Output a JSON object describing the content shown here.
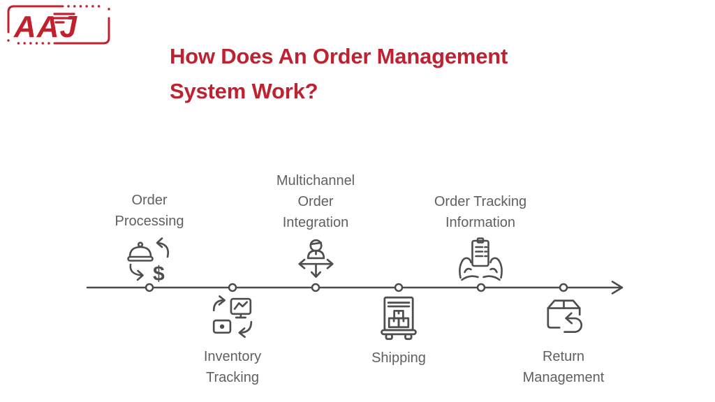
{
  "page": {
    "background_color": "#ffffff"
  },
  "logo": {
    "text": "AAJ",
    "color": "#c1202d"
  },
  "title": {
    "text": "How Does An Order Management System Work?",
    "lines": [
      "How Does An Order Management",
      "System Work?"
    ],
    "color": "#be2130"
  },
  "timeline": {
    "line_color": "#4a4b4d",
    "text_color": "#5f6062",
    "icon_color": "#4d4e50",
    "dollar_glyph": "$",
    "steps": [
      {
        "label": "Order Processing",
        "icon": "order-processing-icon",
        "position": "above-line"
      },
      {
        "label": "Inventory Tracking",
        "icon": "inventory-tracking-icon",
        "position": "below-line"
      },
      {
        "label": "Multichannel Order Integration",
        "icon": "multichannel-order-integration-icon",
        "position": "above-line"
      },
      {
        "label": "Shipping",
        "icon": "shipping-icon",
        "position": "below-line"
      },
      {
        "label": "Order Tracking Information",
        "icon": "order-tracking-information-icon",
        "position": "above-line"
      },
      {
        "label": "Return Management",
        "icon": "return-management-icon",
        "position": "below-line"
      }
    ]
  }
}
